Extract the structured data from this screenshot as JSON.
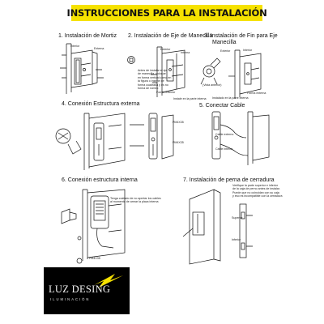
{
  "title": "INSTRUCCIONES PARA LA INSTALACIÓN",
  "steps": {
    "s1": "1. Instalación de Mortiz",
    "s2": "2. Instalación de Eje de Manecilla",
    "s3a": "3. Instalación de Fin para Eje",
    "s3b": "Manecilla",
    "s4": "4. Conexión Estructura externa",
    "s5": "5. Conectar Cable",
    "s6": "6. Conexión estructura interna",
    "s7": "7. Instalación de perna de cerradura"
  },
  "labels": {
    "s1": {
      "interior": "Interior",
      "externa": "Externa"
    },
    "s2": {
      "exterior": "Exterior",
      "interna": "Interna",
      "note": "Antes de instalar el eje\nde manecilla, coloque\nen forma vertical como en\nla figura o inserte de\nforma cuadrada y es no\nforma de rombo",
      "forma1": "Forma exterior",
      "forma2": "Instale en la parte interna"
    },
    "s3": {
      "exterior": "Exterior",
      "interior": "Interior",
      "vista": "(Vista anterior)",
      "forma": "Forma externa",
      "instalado": "Instalado en la parte interna"
    },
    "s4": {
      "screw1": "PM4X35",
      "screw2": "PM4X35"
    },
    "s5": {
      "cable1": "Cable externo",
      "cable2": "Cable interior"
    },
    "s6": {
      "note": "Tenga cuidado de no apretar los cables\nal momento de armar la placa interna",
      "screw": "PM4X35"
    },
    "s7": {
      "note": "Verifique la parte superior e inferior\nde la caja de perno antes de instalar.\nPuede que no coincidan con su caja\ny eso es incompatible con la cerradura",
      "superior": "Superior",
      "inferior": "Inferior"
    }
  },
  "brand": {
    "name": "LUZ DESING",
    "tagline": "ILUMINACIÓN",
    "accent": "#f6e200"
  }
}
